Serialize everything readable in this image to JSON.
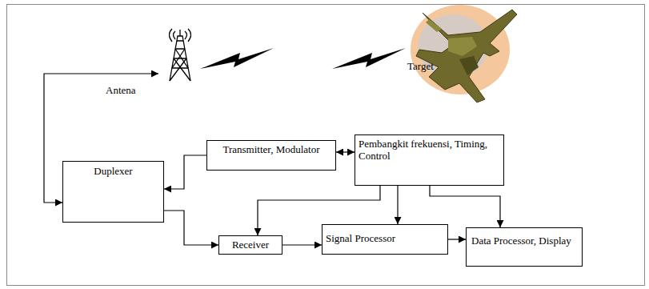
{
  "diagram": {
    "nodes": [
      {
        "text": [
          "Antena"
        ]
      },
      {
        "text": [
          "Target"
        ]
      },
      {
        "text": [
          "Duplexer"
        ]
      },
      {
        "text": [
          "Transmitter, Modulator"
        ]
      },
      {
        "text": [
          "Pembangkit frekuensi, Timing, Control"
        ]
      },
      {
        "text": [
          "Receiver"
        ]
      },
      {
        "text": [
          "Signal Processor"
        ]
      },
      {
        "text": [
          "Data Processor, Display"
        ]
      }
    ],
    "edges": [
      {
        "from": 0,
        "to": 2,
        "arrow": "both"
      },
      {
        "from": 3,
        "to": 2,
        "arrow": "to"
      },
      {
        "from": 4,
        "to": 3,
        "arrow": "both"
      },
      {
        "from": 2,
        "to": 5,
        "arrow": "to"
      },
      {
        "from": 4,
        "to": 5,
        "arrow": "to"
      },
      {
        "from": 4,
        "to": 6,
        "arrow": "to"
      },
      {
        "from": 4,
        "to": 7,
        "arrow": "to"
      },
      {
        "from": 5,
        "to": 6,
        "arrow": "to"
      },
      {
        "from": 6,
        "to": 7,
        "arrow": "to"
      }
    ]
  }
}
